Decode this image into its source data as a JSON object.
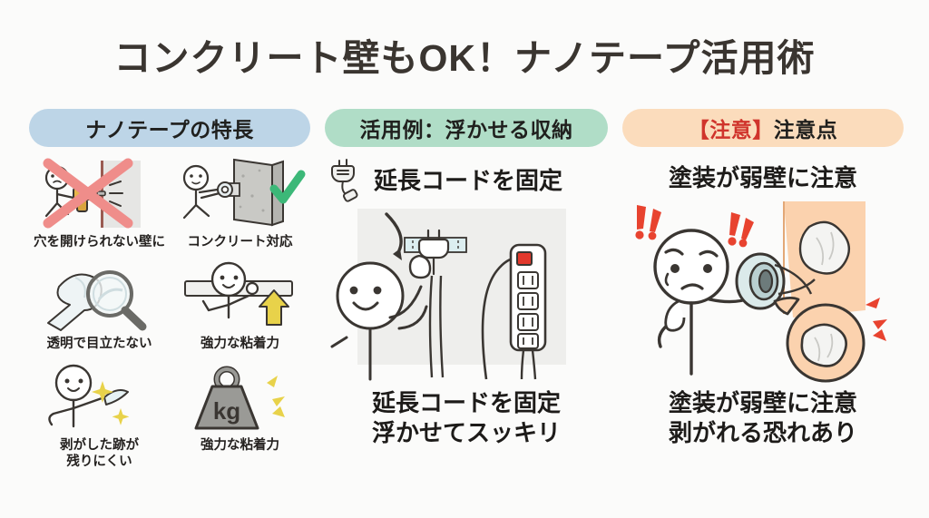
{
  "page": {
    "title": "コンクリート壁もOK！ナノテープ活用術",
    "background_color": "#fbfbfa",
    "title_color": "#3a3530"
  },
  "columns": {
    "features": {
      "header": "ナノテープの特長",
      "header_color": "#bdd5e7",
      "items": [
        {
          "icon": "drill-wall-forbidden-icon",
          "caption": "穴を開けられない壁に"
        },
        {
          "icon": "tape-on-concrete-approved-icon",
          "caption": "コンクリート対応"
        },
        {
          "icon": "transparent-tape-magnifier-icon",
          "caption": "透明で目立たない"
        },
        {
          "icon": "person-lifting-shelf-icon",
          "caption": "強力な粘着力"
        },
        {
          "icon": "person-peeling-tape-sparkle-icon",
          "caption": "剥がした跡が\n残りにくい"
        },
        {
          "icon": "kg-weight-icon",
          "caption": "強力な粘着力",
          "icon_label": "kg"
        }
      ]
    },
    "usage": {
      "header": "活用例：浮かせる収納",
      "header_color": "#b0ddc7",
      "art_heading": "延長コードを固定",
      "art_icon": "power-plug-icon",
      "caption": "延長コードを固定\n浮かせてスッキリ",
      "power_strip": {
        "switch_color": "#e2382c",
        "outlets": 4
      }
    },
    "caution": {
      "header_warning": "【注意】",
      "header_rest": "注意点",
      "header_color": "#fbdcbc",
      "warning_text_color": "#d0342c",
      "art_heading": "塗装が弱壁に注意",
      "caption": "塗装が弱壁に注意\n剥がれる恐れあり",
      "art_icons": [
        "exclamation-marks-icon",
        "worried-person-icon",
        "tape-roll-icon",
        "peeling-paint-wall-icon",
        "magnified-peel-inset-icon"
      ]
    }
  },
  "colors": {
    "x_mark": "#ef8d8a",
    "check_mark": "#3cb878",
    "accent_yellow": "#e8d24a",
    "line": "#3a3632",
    "concrete": "#c9c9c5",
    "peach_wall": "#fbd2ae",
    "tape_blue": "#dceef0"
  }
}
